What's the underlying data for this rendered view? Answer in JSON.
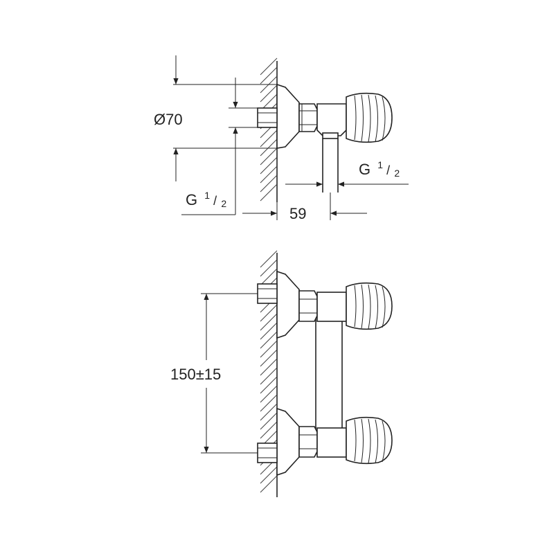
{
  "top_view": {
    "diameter_label": "Ø70",
    "inlet_thread_label": {
      "main": "G",
      "num": "1",
      "den": "2"
    },
    "outlet_thread_label": {
      "main": "G",
      "num": "1",
      "den": "2"
    },
    "depth_label": "59"
  },
  "front_view": {
    "spacing_label": "150±15"
  }
}
